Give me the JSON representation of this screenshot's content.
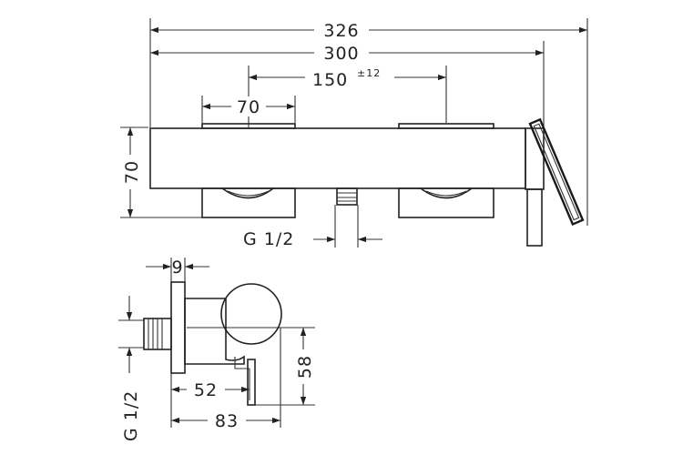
{
  "front_view": {
    "dim_overall": "326",
    "dim_body": "300",
    "dim_centers": "150",
    "dim_centers_tol": "±12",
    "dim_escutcheon": "70",
    "dim_height": "70",
    "dim_outlet_thread": "G 1/2"
  },
  "side_view": {
    "dim_plate": "9",
    "dim_depth_outlet": "52",
    "dim_depth_total": "83",
    "dim_height_58": "58",
    "dim_inlet_thread": "G 1/2"
  }
}
